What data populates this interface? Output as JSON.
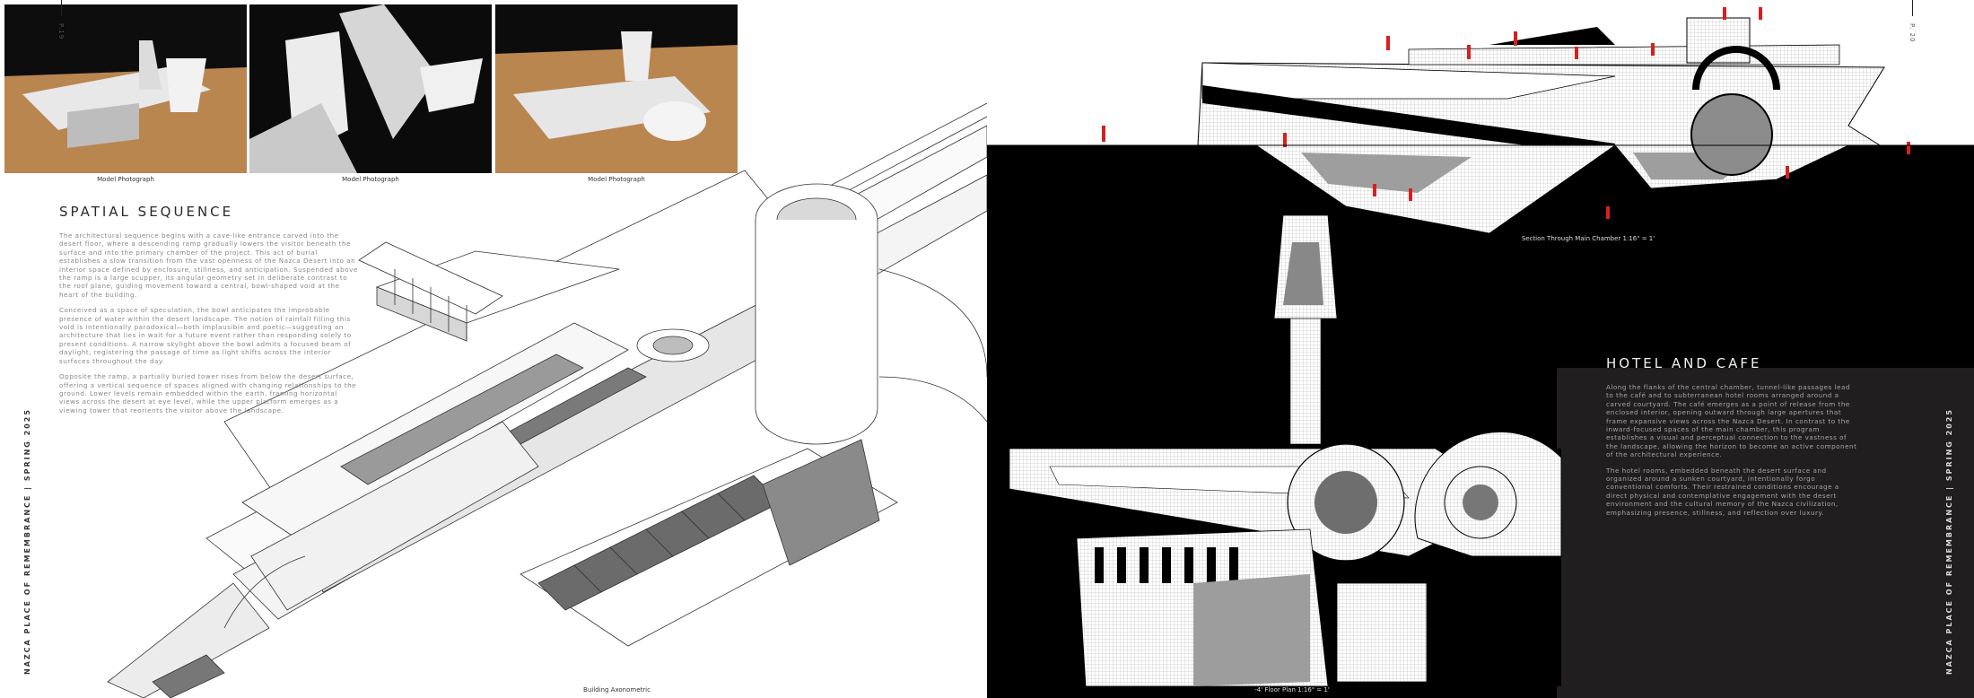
{
  "left_page": {
    "page_number": "P.19",
    "vertical_title": "NAZCA PLACE OF REMEMBRANCE | SPRING 2025",
    "photos": [
      {
        "caption": "Model Photograph"
      },
      {
        "caption": "Model Photograph"
      },
      {
        "caption": "Model Photograph"
      }
    ],
    "section_title": "SPATIAL SEQUENCE",
    "paragraphs": [
      "The architectural sequence begins with a cave-like entrance carved into the desert floor, where a descending ramp gradually lowers the visitor beneath the surface and into the primary chamber of the project. This act of burial establishes a slow transition from the vast openness of the Nazca Desert into an interior space defined by enclosure, stillness, and anticipation. Suspended above the ramp is a large scupper, its angular geometry set in deliberate contrast to the roof plane, guiding movement toward a central, bowl-shaped void at the heart of the building.",
      "Conceived as a space of speculation, the bowl anticipates the improbable presence of water within the desert landscape. The notion of rainfall filling this void is intentionally paradoxical—both implausible and poetic—suggesting an architecture that lies in wait for a future event rather than responding solely to present conditions. A narrow skylight above the bowl admits a focused beam of daylight, registering the passage of time as light shifts across the interior surfaces throughout the day.",
      "Opposite the ramp, a partially buried tower rises from below the desert surface, offering a vertical sequence of spaces aligned with changing relationships to the ground. Lower levels remain embedded within the earth, framing horizontal views across the desert at eye level, while the upper platform emerges as a viewing tower that reorients the visitor above the landscape."
    ],
    "axon_caption": "Building Axonometric"
  },
  "right_page": {
    "page_number": "P. 20",
    "vertical_title": "NAZCA PLACE OF REMEMBRANCE | SPRING 2025",
    "section_caption": "Section Through Main Chamber 1:16\" = 1'",
    "plan_caption": "-4' Floor Plan 1:16\" = 1'",
    "section_title": "HOTEL AND CAFE",
    "paragraphs": [
      "Along the flanks of the central chamber, tunnel-like passages lead to the café and to subterranean hotel rooms arranged around a carved courtyard. The café emerges as a point of release from the enclosed interior, opening outward through large apertures that frame expansive views across the Nazca Desert. In contrast to the inward-focused spaces of the main chamber, this program establishes a visual and perceptual connection to the vastness of the landscape, allowing the horizon to become an active component of the architectural experience.",
      "The hotel rooms, embedded beneath the desert surface and organized around a sunken courtyard, intentionally forgo conventional comforts. Their restrained conditions encourage a direct physical and contemplative engagement with the desert environment and the cultural memory of the Nazca civilization, emphasizing presence, stillness, and reflection over luxury."
    ]
  },
  "colors": {
    "dark_ground": "#000000",
    "dark_panel": "#211e1f",
    "scale_figures": "#d62020",
    "cardboard": "#b98650"
  }
}
